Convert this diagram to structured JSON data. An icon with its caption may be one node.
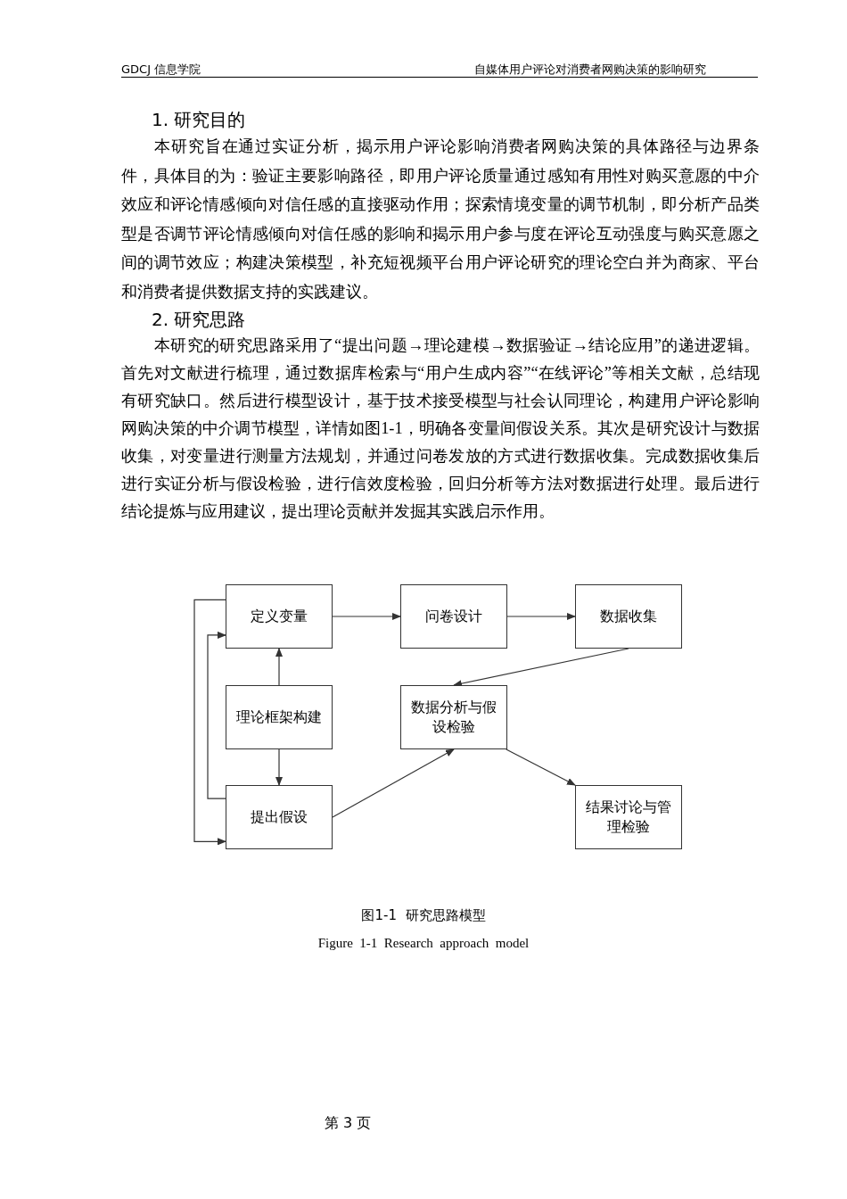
{
  "diagram": {
    "caption": "图1-1  研究思路模型",
    "nodes": [
      {
        "text": [
          "定义变量"
        ]
      },
      {
        "text": [
          "问卷设计"
        ]
      },
      {
        "text": [
          "数据收集"
        ]
      },
      {
        "text": [
          "理论框架构建"
        ]
      },
      {
        "text": [
          "数据分析与假设检验"
        ]
      },
      {
        "text": [
          "提出假设"
        ]
      },
      {
        "text": [
          "结果讨论与管理检验"
        ]
      }
    ],
    "edges": [
      {
        "from": 0,
        "to": 1,
        "arrow": "to"
      },
      {
        "from": 1,
        "to": 2,
        "arrow": "to"
      },
      {
        "from": 2,
        "to": 4,
        "arrow": "to"
      },
      {
        "from": 3,
        "to": 0,
        "arrow": "to"
      },
      {
        "from": 3,
        "to": 5,
        "arrow": "to"
      },
      {
        "from": 5,
        "to": 4,
        "arrow": "to"
      },
      {
        "from": 4,
        "to": 6,
        "arrow": "to"
      },
      {
        "from": 5,
        "to": 0,
        "arrow": "to"
      },
      {
        "from": 0,
        "to": 5,
        "arrow": "to"
      }
    ],
    "labels": [
      "GDCJ 信息学院",
      "自媒体用户评论对消费者网购决策的影响研究",
      "1. 研究目的",
      "本研究旨在通过实证分析，揭示用户评论影响消费者网购决策的具体路径与边界条件，具体目的为：验证主要影响路径，即用户评论质量通过感知有用性对购买意愿的中介效应和评论情感倾向对信任感的直接驱动作用；探索情境变量的调节机制，即分析产品类型是否调节评论情感倾向对信任感的影响和揭示用户参与度在评论互动强度与购买意愿之间的调节效应；构建决策模型，补充短视频平台用户评论研究的理论空白并为商家、平台和消费者提供数据支持的实践建议。",
      "2. 研究思路",
      "本研究的研究思路采用了“提出问题→理论建模→数据验证→结论应用”的递进逻辑。首先对文献进行梳理，通过数据库检索与“用户生成内容”“在线评论”等相关文献，总结现有研究缺口。然后进行模型设计，基于技术接受模型与社会认同理论，构建用户评论影响网购决策的中介调节模型，详情如图1-1，明确各变量间假设关系。其次是研究设计与数据收集，对变量进行测量方法规划，并通过问卷发放的方式进行数据收集。完成数据收集后进行实证分析与假设检验，进行信效度检验，回归分析等方法对数据进行处理。最后进行结论提炼与应用建议，提出理论贡献并发掘其实践启示作用。",
      "Figure  1-1  Research  approach  model",
      "第 3 页"
    ]
  }
}
